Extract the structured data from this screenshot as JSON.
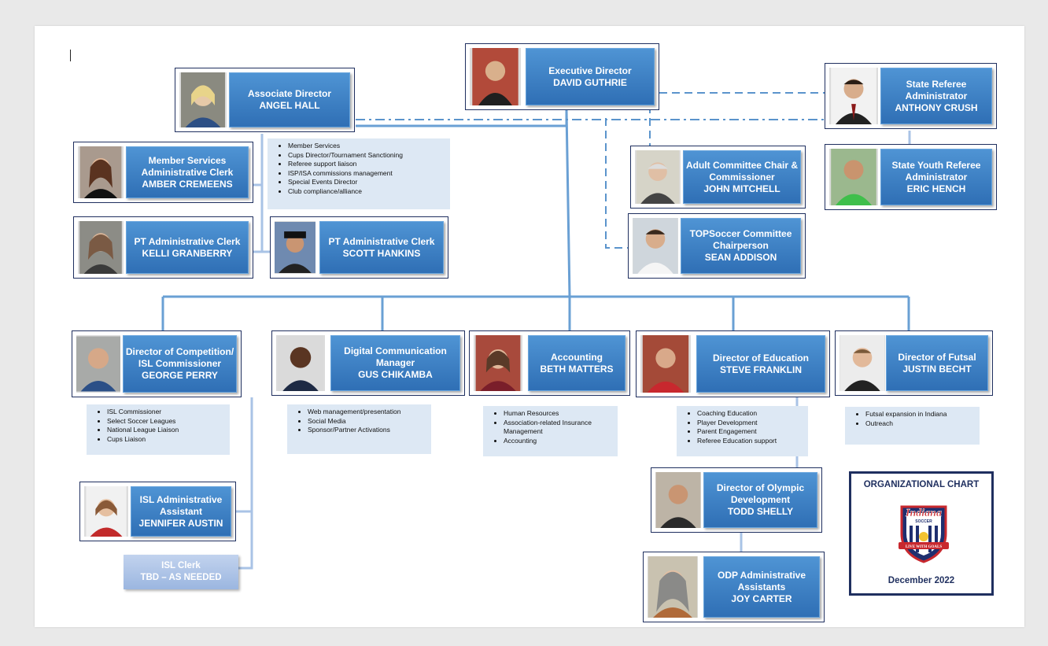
{
  "chart": {
    "title": "ORGANIZATIONAL CHART",
    "date": "December 2022"
  },
  "nodes": {
    "executive": {
      "title": "Executive Director",
      "name": "DAVID GUTHRIE"
    },
    "associate": {
      "title": "Associate Director",
      "name": "ANGEL HALL"
    },
    "state_referee": {
      "title": "State Referee Administrator",
      "name": "ANTHONY CRUSH"
    },
    "state_youth_referee": {
      "title": "State Youth Referee Administrator",
      "name": "ERIC HENCH"
    },
    "adult_committee": {
      "title": "Adult Committee Chair & Commissioner",
      "name": "JOHN MITCHELL"
    },
    "topsoccer": {
      "title": "TOPSoccer Committee Chairperson",
      "name": "SEAN ADDISON"
    },
    "member_services": {
      "title": "Member Services Administrative Clerk",
      "name": "AMBER CREMEENS"
    },
    "pt_clerk_kelli": {
      "title": "PT Administrative Clerk",
      "name": "KELLI GRANBERRY"
    },
    "pt_clerk_scott": {
      "title": "PT Administrative Clerk",
      "name": "SCOTT HANKINS"
    },
    "competition": {
      "title": "Director of Competition/ ISL Commissioner",
      "name": "GEORGE PERRY"
    },
    "digital": {
      "title": "Digital Communication Manager",
      "name": "GUS CHIKAMBA"
    },
    "accounting": {
      "title": "Accounting",
      "name": "BETH MATTERS"
    },
    "education": {
      "title": "Director of Education",
      "name": "STEVE FRANKLIN"
    },
    "futsal": {
      "title": "Director of Futsal",
      "name": "JUSTIN BECHT"
    },
    "isl_assistant": {
      "title": "ISL Administrative Assistant",
      "name": "JENNIFER AUSTIN"
    },
    "isl_clerk": {
      "title": "ISL Clerk",
      "name": "TBD – AS NEEDED"
    },
    "olympic": {
      "title": "Director of Olympic Development",
      "name": "TODD SHELLY"
    },
    "odp_assistants": {
      "title": "ODP Administrative Assistants",
      "name": "JOY CARTER"
    }
  },
  "duties": {
    "associate": [
      "Member Services",
      "Cups Director/Tournament Sanctioning",
      "Referee support liaison",
      "ISP/ISA commissions management",
      "Special Events Director",
      "Club compliance/alliance"
    ],
    "competition": [
      "ISL Commissioner",
      "Select Soccer Leagues",
      "National League Liaison",
      "Cups Liaison"
    ],
    "digital": [
      "Web management/presentation",
      "Social Media",
      "Sponsor/Partner Activations"
    ],
    "accounting": [
      "Human Resources",
      "Association-related Insurance Management",
      "Accounting"
    ],
    "education": [
      "Coaching Education",
      "Player Development",
      "Parent Engagement",
      "Referee Education support"
    ],
    "futsal": [
      "Futsal expansion in Indiana",
      "Outreach"
    ]
  },
  "logo": {
    "word": "Indiana",
    "sub": "SOCCER",
    "motto": "LIVE WITH GOALS"
  },
  "colors": {
    "box": "#3a7dc4",
    "line": "#6aa0d4",
    "border": "#1f2f5f",
    "info_bg": "#dde8f4"
  }
}
